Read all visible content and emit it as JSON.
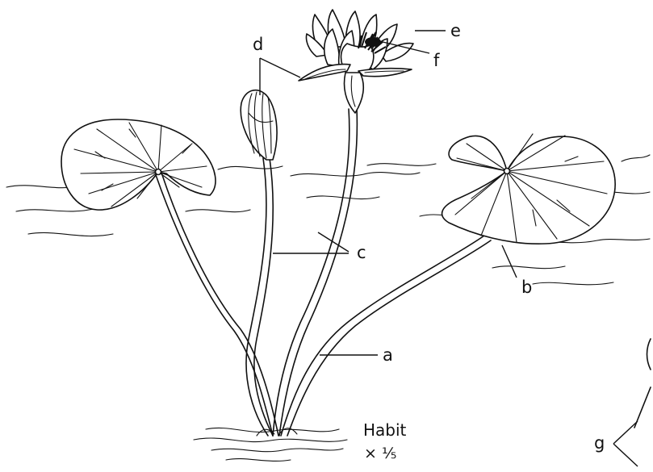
{
  "labels": {
    "a": "a",
    "b": "b",
    "c": "c",
    "d": "d",
    "e": "e",
    "f": "f",
    "g": "g"
  },
  "caption": {
    "title": "Habit",
    "scale": "× ⅕"
  }
}
